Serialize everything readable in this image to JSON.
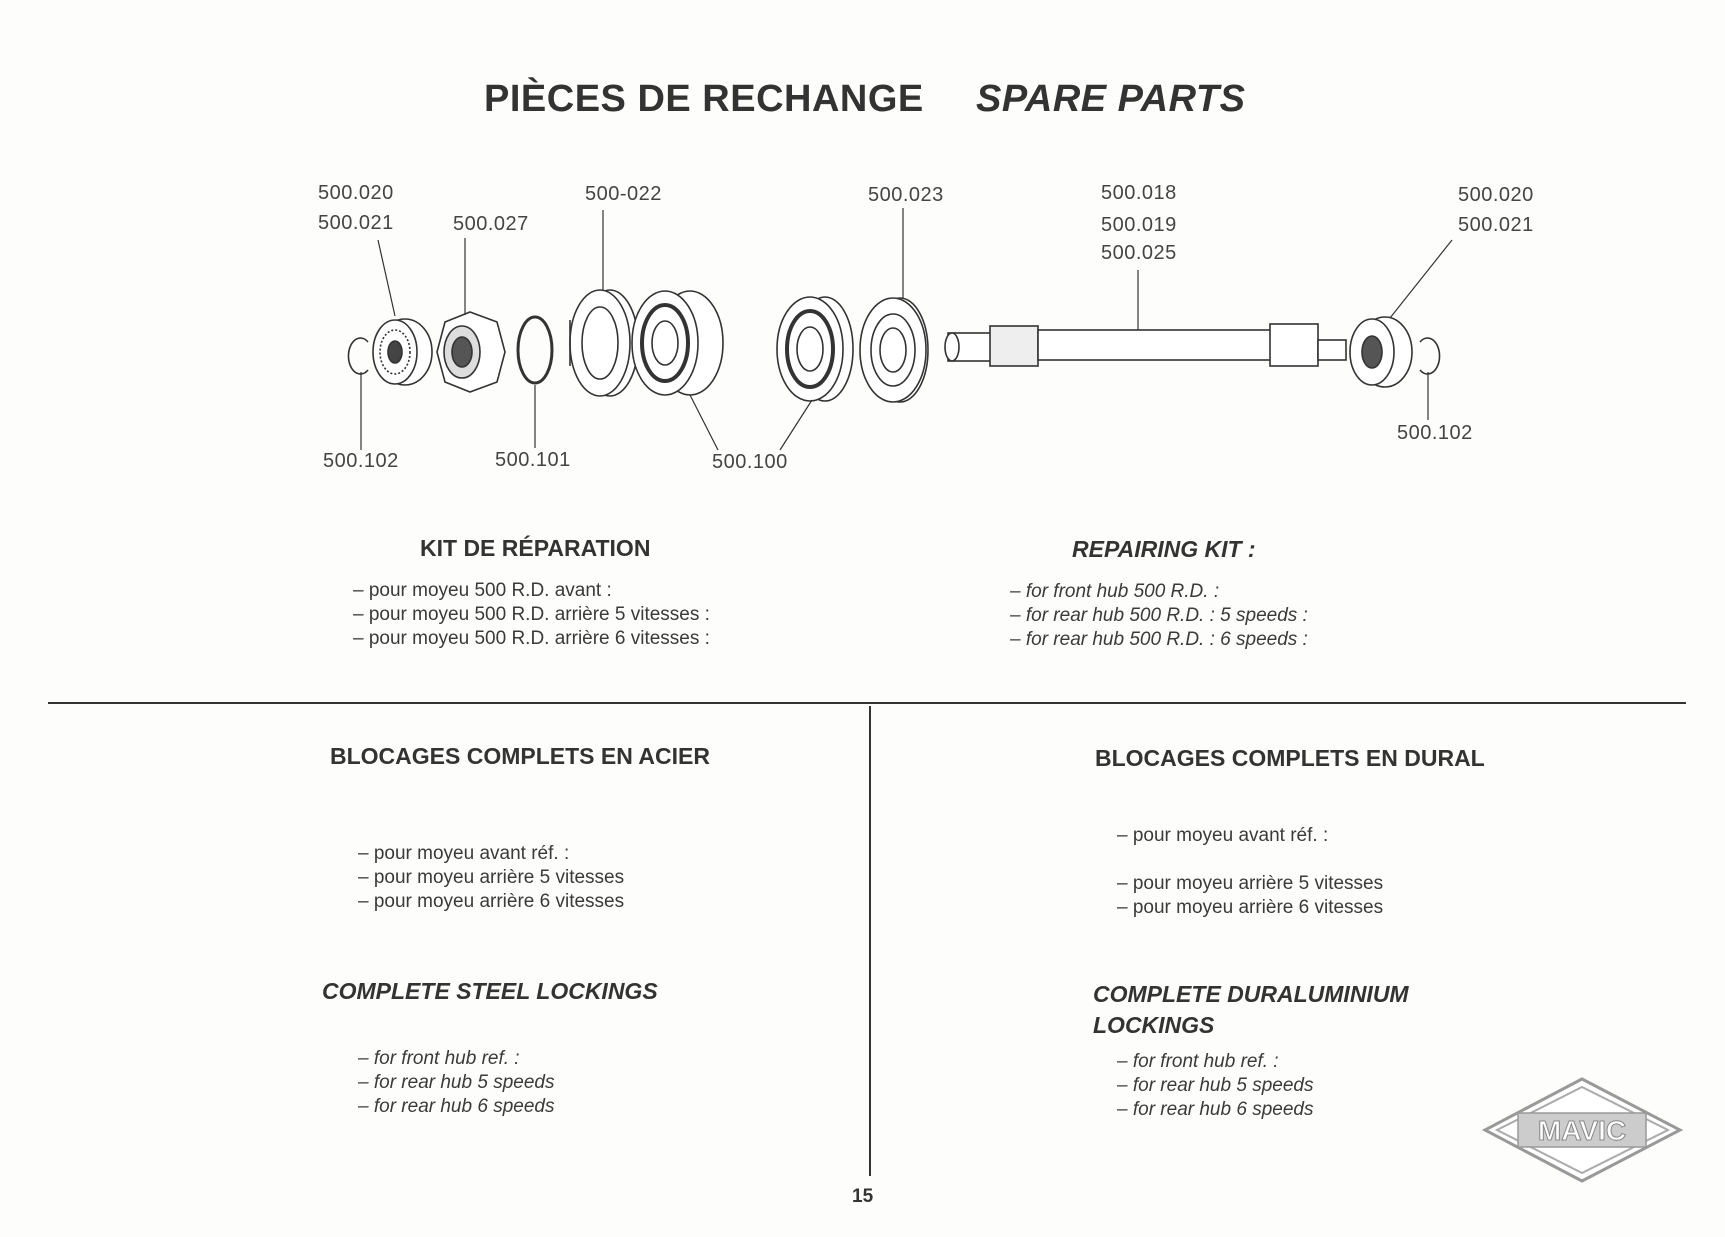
{
  "header": {
    "title_fr": "PIÈCES DE RECHANGE",
    "title_en": "SPARE PARTS"
  },
  "diagram": {
    "labels": {
      "l_500_020_a": "500.020",
      "l_500_021_a": "500.021",
      "l_500_027": "500.027",
      "l_500_022": "500-022",
      "l_500_023": "500.023",
      "l_500_018": "500.018",
      "l_500_019": "500.019",
      "l_500_025": "500.025",
      "l_500_020_b": "500.020",
      "l_500_021_b": "500.021",
      "l_500_102_a": "500.102",
      "l_500_101": "500.101",
      "l_500_100": "500.100",
      "l_500_102_b": "500.102"
    }
  },
  "repair_kit": {
    "fr": {
      "heading": "KIT DE RÉPARATION",
      "items": [
        "– pour moyeu 500 R.D. avant :",
        "– pour moyeu 500 R.D. arrière 5 vitesses :",
        "– pour moyeu 500 R.D. arrière 6 vitesses :"
      ]
    },
    "en": {
      "heading": "REPAIRING KIT :",
      "items": [
        "– for front hub 500 R.D. :",
        "– for rear hub 500 R.D. : 5 speeds :",
        "– for rear hub 500 R.D. : 6 speeds :"
      ]
    }
  },
  "steel": {
    "heading_fr": "BLOCAGES COMPLETS EN ACIER",
    "items_fr": [
      "– pour moyeu avant réf. :",
      "– pour moyeu arrière 5 vitesses",
      "– pour moyeu arrière 6 vitesses"
    ],
    "heading_en": "COMPLETE STEEL LOCKINGS",
    "items_en": [
      "– for front hub ref. :",
      "– for rear hub 5 speeds",
      "– for rear hub 6 speeds"
    ]
  },
  "dural": {
    "heading_fr": "BLOCAGES COMPLETS EN DURAL",
    "items_fr": [
      "– pour moyeu avant réf. :",
      "– pour moyeu arrière 5 vitesses",
      "– pour moyeu arrière 6 vitesses"
    ],
    "heading_en_1": "COMPLETE DURALUMINIUM",
    "heading_en_2": "LOCKINGS",
    "items_en": [
      "– for front hub ref. :",
      "– for rear hub 5 speeds",
      "– for rear hub 6 speeds"
    ]
  },
  "logo": {
    "text": "MAVIC"
  },
  "footer": {
    "page_number": "15"
  },
  "colors": {
    "ink": "#2a2a2a",
    "paper": "#fdfdfb"
  }
}
